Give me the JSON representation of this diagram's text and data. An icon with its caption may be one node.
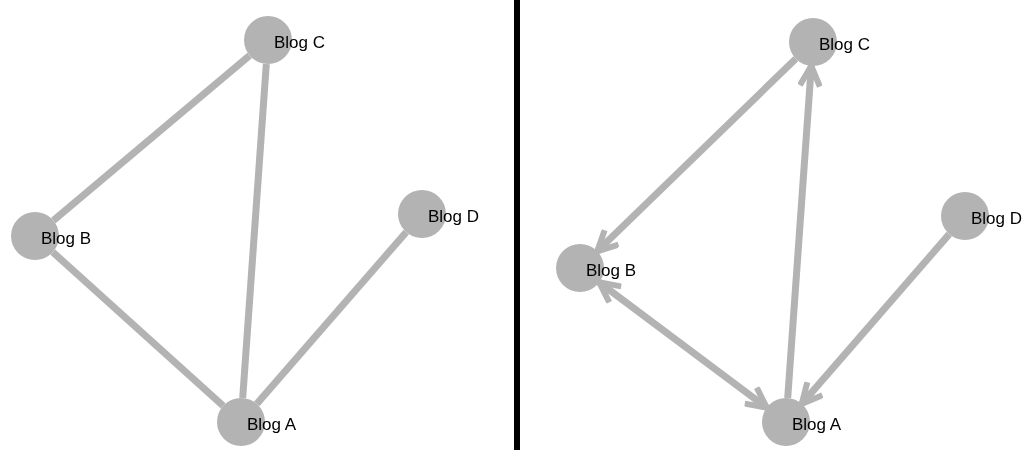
{
  "diagram": {
    "nodes": [
      {
        "text": [
          "Blog C"
        ]
      },
      {
        "text": [
          "Blog B"
        ]
      },
      {
        "text": [
          "Blog D"
        ]
      },
      {
        "text": [
          "Blog A"
        ]
      },
      {
        "text": [
          "Blog C"
        ]
      },
      {
        "text": [
          "Blog B"
        ]
      },
      {
        "text": [
          "Blog D"
        ]
      },
      {
        "text": [
          "Blog A"
        ]
      }
    ],
    "edges": [
      {
        "from": 0,
        "to": 1,
        "arrow": "none"
      },
      {
        "from": 0,
        "to": 3,
        "arrow": "none"
      },
      {
        "from": 1,
        "to": 3,
        "arrow": "none"
      },
      {
        "from": 2,
        "to": 3,
        "arrow": "none"
      },
      {
        "from": 4,
        "to": 5,
        "arrow": "to"
      },
      {
        "from": 7,
        "to": 4,
        "arrow": "to"
      },
      {
        "from": 5,
        "to": 7,
        "arrow": "both"
      },
      {
        "from": 6,
        "to": 7,
        "arrow": "to"
      }
    ]
  }
}
